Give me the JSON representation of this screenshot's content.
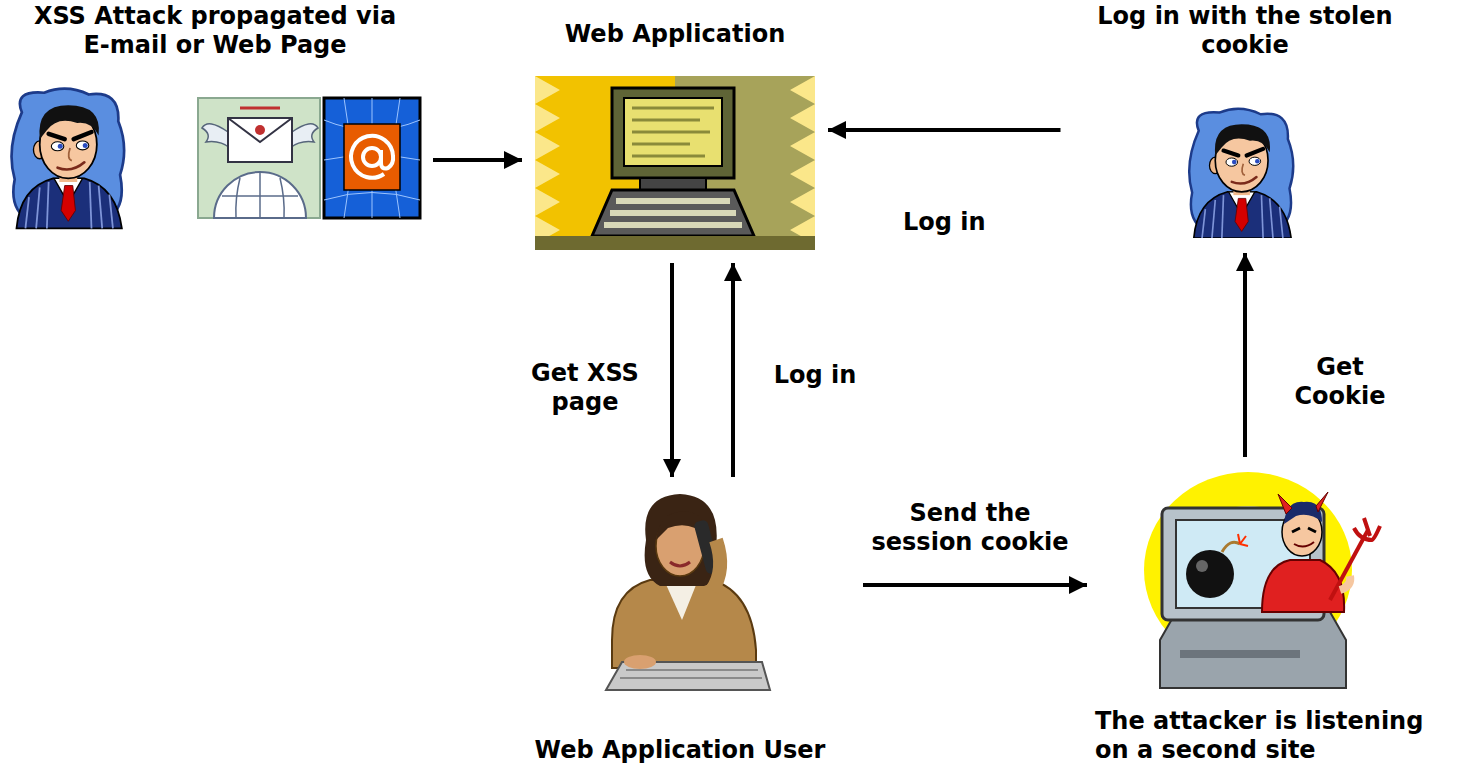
{
  "diagram": {
    "nodes": [
      {
        "text": [
          "XSS Attack propagated via E-mail or Web Page"
        ]
      },
      {
        "text": [
          "Web Application"
        ]
      },
      {
        "text": [
          "Log in with the stolen cookie"
        ]
      },
      {
        "text": [
          "Web Application User"
        ]
      },
      {
        "text": [
          "The attacker is listening on a second site"
        ]
      }
    ],
    "edges": [
      {
        "from": 0,
        "to": 1,
        "arrow": "to"
      },
      {
        "from": 1,
        "to": 3,
        "label": "Get XSS page",
        "arrow": "to"
      },
      {
        "from": 3,
        "to": 1,
        "label": "Log in",
        "arrow": "to"
      },
      {
        "from": 3,
        "to": 4,
        "label": "Send the session cookie",
        "arrow": "to"
      },
      {
        "from": 4,
        "to": 2,
        "label": "Get Cookie",
        "arrow": "to"
      },
      {
        "from": 2,
        "to": 1,
        "label": "Log in",
        "arrow": "to"
      }
    ]
  }
}
